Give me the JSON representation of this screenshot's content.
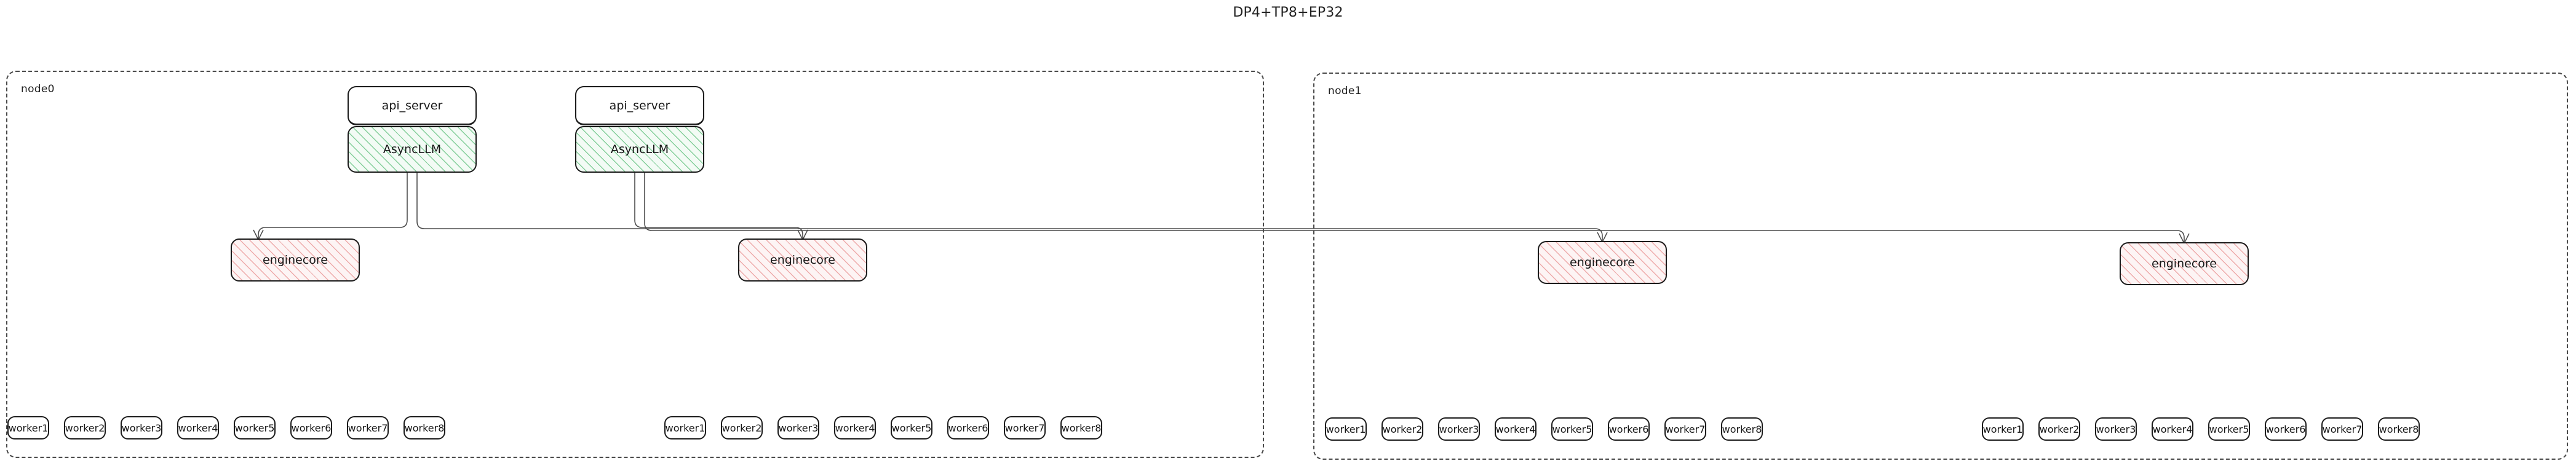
{
  "title": "DP4+TP8+EP32",
  "theme": {
    "background": "#ffffff",
    "text": "#161616",
    "border": "#1b1b1b",
    "cluster_border": "#4a4a4a",
    "edge": "#4c4c4c",
    "asyncllm_hatch": "#28aa50",
    "asyncllm_fill": "#f3fbf5",
    "enginecore_hatch": "#e16e6e",
    "enginecore_fill": "#fdf4f4"
  },
  "clusters": [
    {
      "id": "node0",
      "label": "node0",
      "servers": [
        {
          "api_label": "api_server",
          "async_label": "AsyncLLM"
        },
        {
          "api_label": "api_server",
          "async_label": "AsyncLLM"
        }
      ],
      "enginecores": [
        {
          "label": "enginecore"
        },
        {
          "label": "enginecore"
        }
      ],
      "worker_groups": [
        {
          "workers": [
            {
              "label": "worker1"
            },
            {
              "label": "worker2"
            },
            {
              "label": "worker3"
            },
            {
              "label": "worker4"
            },
            {
              "label": "worker5"
            },
            {
              "label": "worker6"
            },
            {
              "label": "worker7"
            },
            {
              "label": "worker8"
            }
          ]
        },
        {
          "workers": [
            {
              "label": "worker1"
            },
            {
              "label": "worker2"
            },
            {
              "label": "worker3"
            },
            {
              "label": "worker4"
            },
            {
              "label": "worker5"
            },
            {
              "label": "worker6"
            },
            {
              "label": "worker7"
            },
            {
              "label": "worker8"
            }
          ]
        }
      ]
    },
    {
      "id": "node1",
      "label": "node1",
      "servers": [],
      "enginecores": [
        {
          "label": "enginecore"
        },
        {
          "label": "enginecore"
        }
      ],
      "worker_groups": [
        {
          "workers": [
            {
              "label": "worker1"
            },
            {
              "label": "worker2"
            },
            {
              "label": "worker3"
            },
            {
              "label": "worker4"
            },
            {
              "label": "worker5"
            },
            {
              "label": "worker6"
            },
            {
              "label": "worker7"
            },
            {
              "label": "worker8"
            }
          ]
        },
        {
          "workers": [
            {
              "label": "worker1"
            },
            {
              "label": "worker2"
            },
            {
              "label": "worker3"
            },
            {
              "label": "worker4"
            },
            {
              "label": "worker5"
            },
            {
              "label": "worker6"
            },
            {
              "label": "worker7"
            },
            {
              "label": "worker8"
            }
          ]
        }
      ]
    }
  ]
}
